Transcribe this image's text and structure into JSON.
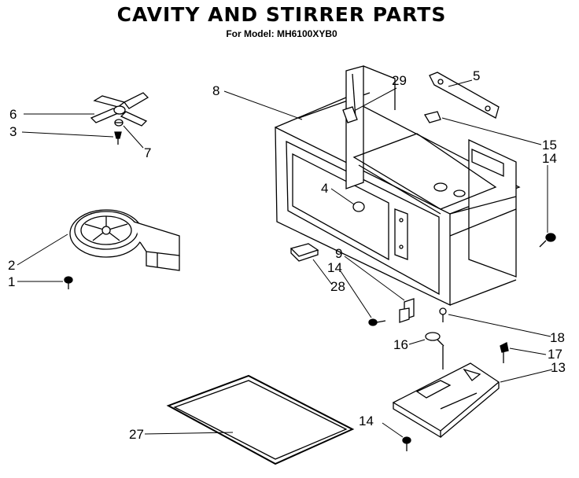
{
  "header": {
    "title": "CAVITY AND STIRRER PARTS",
    "subtitle": "For Model: MH6100XYB0"
  },
  "callouts": {
    "c1": "1",
    "c2": "2",
    "c3": "3",
    "c4": "4",
    "c5": "5",
    "c6": "6",
    "c7": "7",
    "c8": "8",
    "c9": "9",
    "c13": "13",
    "c14a": "14",
    "c14b": "14",
    "c14c": "14",
    "c15": "15",
    "c16": "16",
    "c17": "17",
    "c18": "18",
    "c27": "27",
    "c28": "28",
    "c29": "29"
  }
}
